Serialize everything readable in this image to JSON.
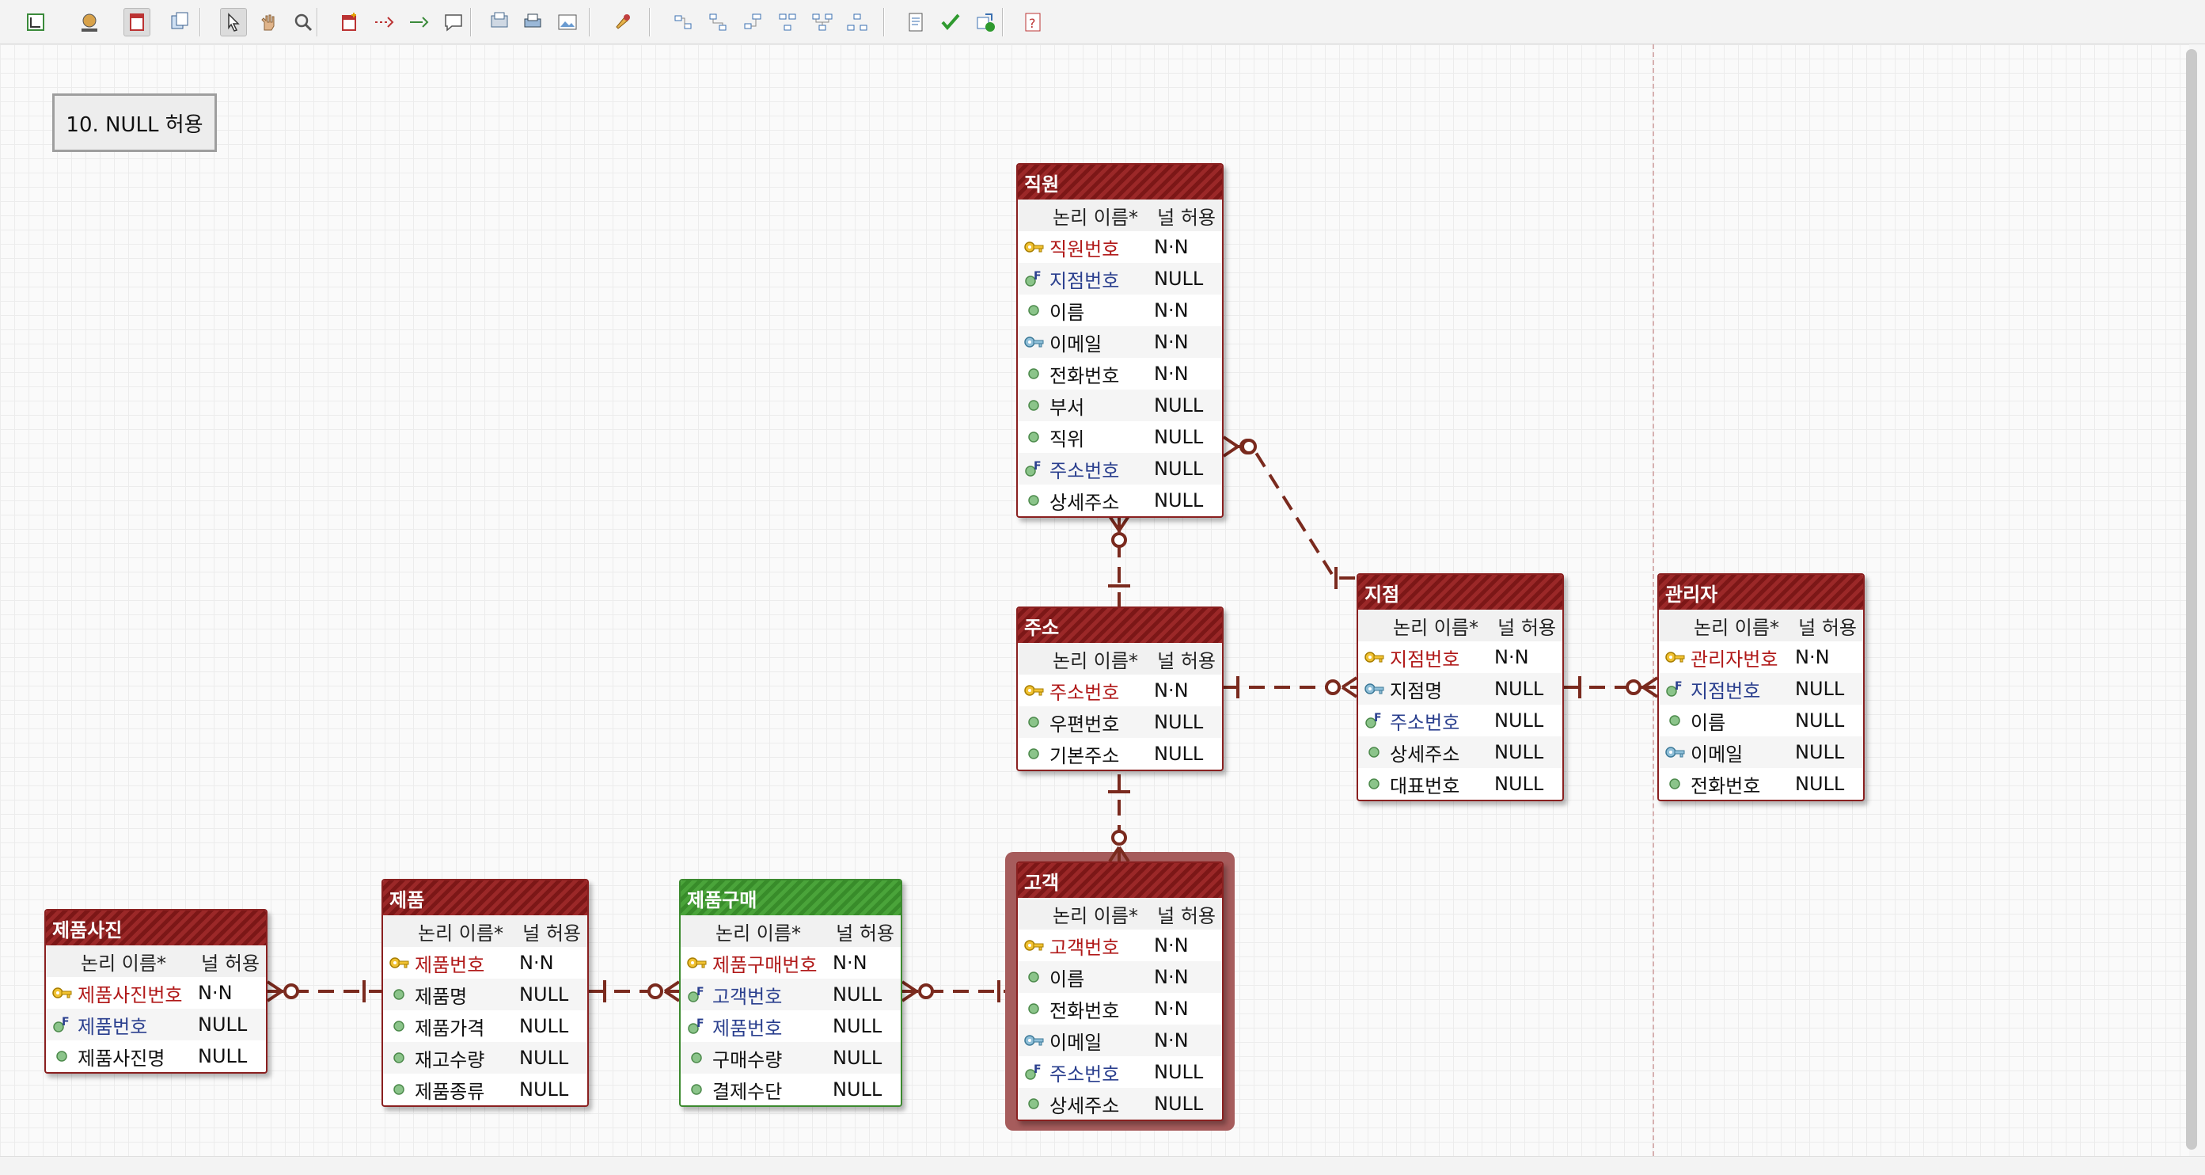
{
  "toolbar": {
    "icons": [
      "layout-icon",
      "fill-color-icon",
      "entity-view-icon",
      "copy-icon",
      "select-pointer-icon",
      "hand-pan-icon",
      "zoom-icon",
      "add-entity-icon",
      "non-identifying-relation-icon",
      "identifying-relation-icon",
      "note-icon",
      "export-icon",
      "print-icon",
      "image-icon",
      "format-brush-icon",
      "align-left-icon",
      "align-center-icon",
      "align-right-icon",
      "align-top-icon",
      "align-middle-icon",
      "align-bottom-icon",
      "report-icon",
      "validate-check-icon",
      "forward-engineer-icon",
      "help-icon"
    ]
  },
  "note": {
    "text": "10. NULL 허용"
  },
  "column_headers": {
    "logical_name": "논리 이름*",
    "nullable": "널 허용"
  },
  "colors": {
    "entity": "#8a2020",
    "entity_green": "#3c8a2f",
    "pk_text": "#b01818",
    "fk_text": "#2a3f8e",
    "relation": "#7a2a1e"
  },
  "entities": [
    {
      "id": "employee",
      "name": "직원",
      "columns": [
        {
          "name": "직원번호",
          "kind": "pk",
          "null": "N·N"
        },
        {
          "name": "지점번호",
          "kind": "fk",
          "null": "NULL"
        },
        {
          "name": "이름",
          "kind": "attr",
          "null": "N·N"
        },
        {
          "name": "이메일",
          "kind": "ak",
          "null": "N·N"
        },
        {
          "name": "전화번호",
          "kind": "attr",
          "null": "N·N"
        },
        {
          "name": "부서",
          "kind": "attr",
          "null": "NULL"
        },
        {
          "name": "직위",
          "kind": "attr",
          "null": "NULL"
        },
        {
          "name": "주소번호",
          "kind": "fk",
          "null": "NULL"
        },
        {
          "name": "상세주소",
          "kind": "attr",
          "null": "NULL"
        }
      ]
    },
    {
      "id": "address",
      "name": "주소",
      "columns": [
        {
          "name": "주소번호",
          "kind": "pk",
          "null": "N·N"
        },
        {
          "name": "우편번호",
          "kind": "attr",
          "null": "NULL"
        },
        {
          "name": "기본주소",
          "kind": "attr",
          "null": "NULL"
        }
      ]
    },
    {
      "id": "branch",
      "name": "지점",
      "columns": [
        {
          "name": "지점번호",
          "kind": "pk",
          "null": "N·N"
        },
        {
          "name": "지점명",
          "kind": "ak",
          "null": "NULL"
        },
        {
          "name": "주소번호",
          "kind": "fk",
          "null": "NULL"
        },
        {
          "name": "상세주소",
          "kind": "attr",
          "null": "NULL"
        },
        {
          "name": "대표번호",
          "kind": "attr",
          "null": "NULL"
        }
      ]
    },
    {
      "id": "manager",
      "name": "관리자",
      "columns": [
        {
          "name": "관리자번호",
          "kind": "pk",
          "null": "N·N"
        },
        {
          "name": "지점번호",
          "kind": "fk",
          "null": "NULL"
        },
        {
          "name": "이름",
          "kind": "attr",
          "null": "NULL"
        },
        {
          "name": "이메일",
          "kind": "ak",
          "null": "NULL"
        },
        {
          "name": "전화번호",
          "kind": "attr",
          "null": "NULL"
        }
      ]
    },
    {
      "id": "customer",
      "name": "고객",
      "columns": [
        {
          "name": "고객번호",
          "kind": "pk",
          "null": "N·N"
        },
        {
          "name": "이름",
          "kind": "attr",
          "null": "N·N"
        },
        {
          "name": "전화번호",
          "kind": "attr",
          "null": "N·N"
        },
        {
          "name": "이메일",
          "kind": "ak",
          "null": "N·N"
        },
        {
          "name": "주소번호",
          "kind": "fk",
          "null": "NULL"
        },
        {
          "name": "상세주소",
          "kind": "attr",
          "null": "NULL"
        }
      ]
    },
    {
      "id": "purchase",
      "name": "제품구매",
      "columns": [
        {
          "name": "제품구매번호",
          "kind": "pk",
          "null": "N·N"
        },
        {
          "name": "고객번호",
          "kind": "fk",
          "null": "NULL"
        },
        {
          "name": "제품번호",
          "kind": "fk",
          "null": "NULL"
        },
        {
          "name": "구매수량",
          "kind": "attr",
          "null": "NULL"
        },
        {
          "name": "결제수단",
          "kind": "attr",
          "null": "NULL"
        }
      ]
    },
    {
      "id": "product",
      "name": "제품",
      "columns": [
        {
          "name": "제품번호",
          "kind": "pk",
          "null": "N·N"
        },
        {
          "name": "제품명",
          "kind": "attr",
          "null": "NULL"
        },
        {
          "name": "제품가격",
          "kind": "attr",
          "null": "NULL"
        },
        {
          "name": "재고수량",
          "kind": "attr",
          "null": "NULL"
        },
        {
          "name": "제품종류",
          "kind": "attr",
          "null": "NULL"
        }
      ]
    },
    {
      "id": "photo",
      "name": "제품사진",
      "columns": [
        {
          "name": "제품사진번호",
          "kind": "pk",
          "null": "N·N"
        },
        {
          "name": "제품번호",
          "kind": "fk",
          "null": "NULL"
        },
        {
          "name": "제품사진명",
          "kind": "attr",
          "null": "NULL"
        }
      ]
    }
  ]
}
